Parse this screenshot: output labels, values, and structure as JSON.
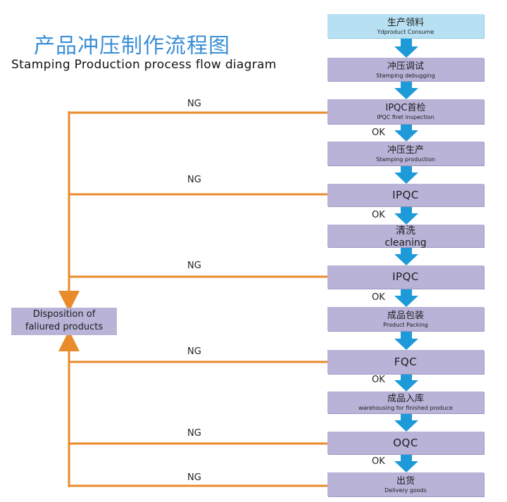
{
  "title": {
    "cn": "产品冲压制作流程图",
    "en": "Stamping Production process flow diagram"
  },
  "steps": [
    {
      "cn": "生产领料",
      "en": "Ydproduct Consume"
    },
    {
      "cn": "冲压调试",
      "en": "Stamping debugging"
    },
    {
      "cn": "IPQC首检",
      "en": "IPQC firet inspection"
    },
    {
      "cn": "冲压生产",
      "en": "Stamping  production"
    },
    {
      "label": "IPQC"
    },
    {
      "cn": "清洗",
      "en": "cleaning"
    },
    {
      "label": "IPQC"
    },
    {
      "cn": "成品包装",
      "en": "Product Packing"
    },
    {
      "label": "FQC"
    },
    {
      "cn": "成品入库",
      "en": "warehousing for finished produce"
    },
    {
      "label": "OQC"
    },
    {
      "cn": "出货",
      "en": "Delivery goods"
    }
  ],
  "ok_label": "OK",
  "ng_label": "NG",
  "disposition": {
    "line1": "Disposition of",
    "line2": "faliured products"
  },
  "colors": {
    "step_fill": "#b9b3d8",
    "first_step_fill": "#b7e1f3",
    "arrow": "#1e9ad8",
    "ng_line": "#e98b2a",
    "title": "#3a8fd6"
  }
}
